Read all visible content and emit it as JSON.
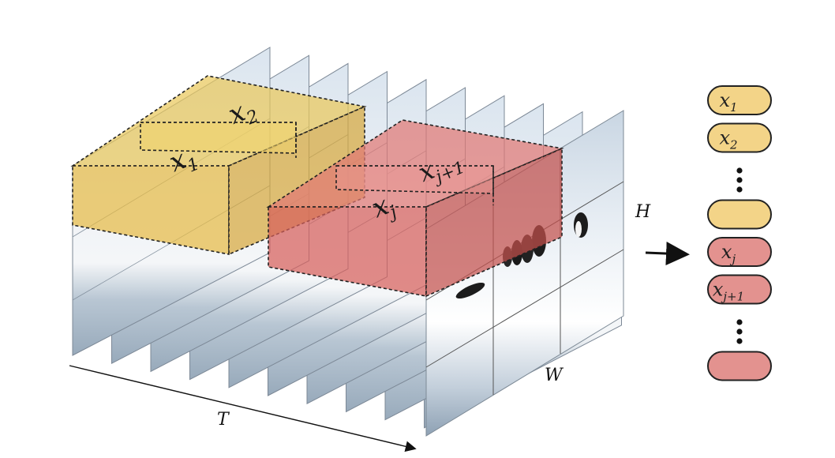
{
  "colors": {
    "yellow_fill": "#eac55c",
    "yellow_token": "#f3d488",
    "red_fill": "#d9635f",
    "red_token": "#e3928f",
    "frame_sky": "#d6e1ec",
    "frame_snow": "#eef2f6",
    "frame_water": "#aab9c8",
    "ink": "#111111"
  },
  "axes": {
    "T": "T",
    "H": "H",
    "W": "W"
  },
  "cubes": {
    "yellow_front": {
      "base": "x",
      "sub": "1"
    },
    "yellow_back": {
      "base": "x",
      "sub": "2"
    },
    "red_front": {
      "base": "x",
      "sub": "j"
    },
    "red_back": {
      "base": "x",
      "sub": "j+1"
    }
  },
  "tokens": [
    {
      "base": "x",
      "sub": "1",
      "color": "yellow"
    },
    {
      "base": "x",
      "sub": "2",
      "color": "yellow"
    },
    {
      "dots": true
    },
    {
      "base": "",
      "sub": "",
      "color": "yellow"
    },
    {
      "base": "x",
      "sub": "j",
      "color": "red"
    },
    {
      "base": "x",
      "sub": "j+1",
      "color": "red"
    },
    {
      "dots": true
    },
    {
      "base": "",
      "sub": "",
      "color": "red"
    }
  ],
  "arrow_icon": "right-arrow-icon"
}
